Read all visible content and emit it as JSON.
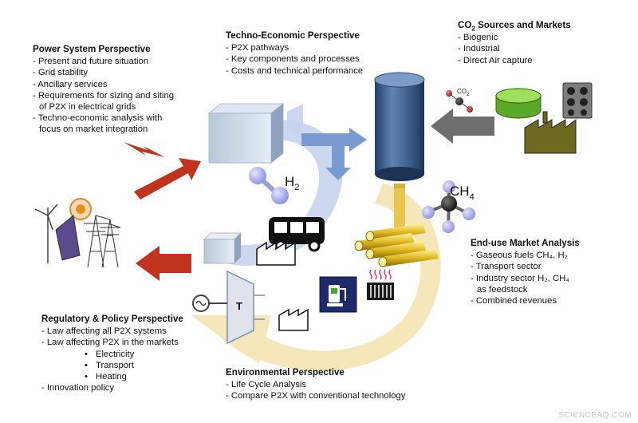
{
  "power": {
    "title": "Power System Perspective",
    "items": [
      "- Present and future situation",
      "- Grid stability",
      "- Ancillary services",
      "- Requirements for sizing and siting",
      "of P2X in electrical grids",
      "- Techno-economic analysis with",
      "focus on market integration"
    ]
  },
  "techno": {
    "title": "Techno-Economic Perspective",
    "items": [
      "-   P2X pathways",
      "-   Key components and processes",
      "-   Costs and technical performance"
    ]
  },
  "co2": {
    "title_prefix": "CO",
    "title_sub": "2",
    "title_suffix": " Sources and Markets",
    "items": [
      "- Biogenic",
      "- Industrial",
      "- Direct Air capture"
    ]
  },
  "enduse": {
    "title": "End-use Market Analysis",
    "items": [
      "- Gaseous fuels  CH₄, H₂",
      "- Transport sector",
      "- Industry sector H₂, CH₄",
      "as feedstock",
      "- Combined revenues"
    ]
  },
  "regulatory": {
    "title": "Regulatory & Policy Perspective",
    "items": [
      "- Law affecting all P2X systems",
      "- Law affecting P2X in the markets"
    ],
    "bullets": [
      "Electricity",
      "Transport",
      "Heating"
    ],
    "last": "- Innovation policy"
  },
  "environmental": {
    "title": "Environmental Perspective",
    "items": [
      "- Life Cycle Analysis",
      "- Compare P2X with conventional technology"
    ]
  },
  "labels": {
    "h2_main": "H",
    "h2_sub": "2",
    "ch4_main": "CH",
    "ch4_sub": "4",
    "co2_main": "CO",
    "co2_sub": "2",
    "turbine": "T"
  },
  "watermark": "SCIENCEAQ.COM",
  "colors": {
    "red_arrow": "#c0341d",
    "blue_cycle": "#8fa6d8",
    "yellow_cycle": "#f2dca0",
    "cylinder": "#3d5f8c",
    "gray_arrow": "#6e6e6e",
    "factory": "#6b6a1e"
  }
}
